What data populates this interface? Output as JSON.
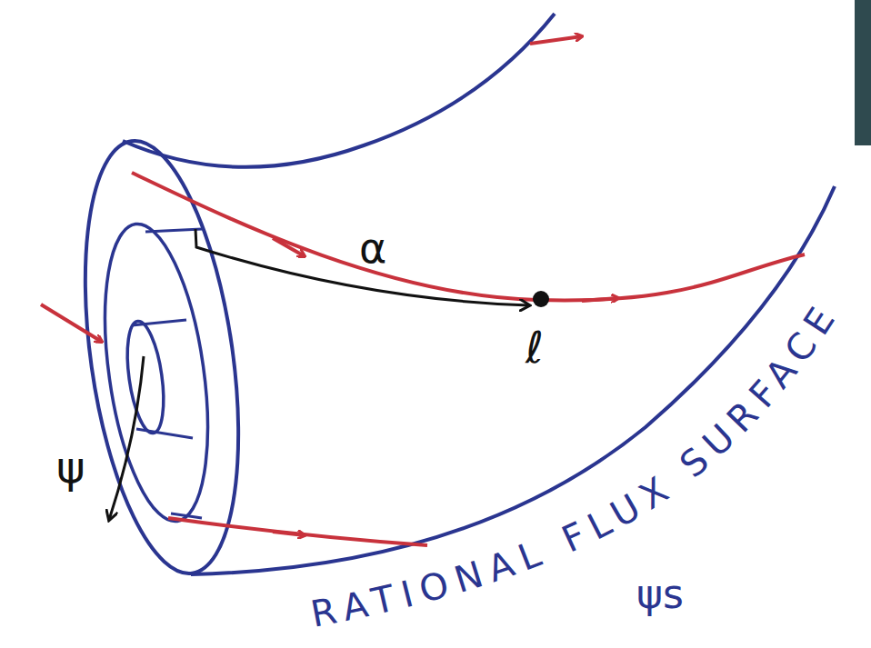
{
  "diagram": {
    "labels": [
      "α",
      "ℓ",
      "ψ",
      "RATIONAL FLUX SURFACE",
      "ψs"
    ]
  }
}
